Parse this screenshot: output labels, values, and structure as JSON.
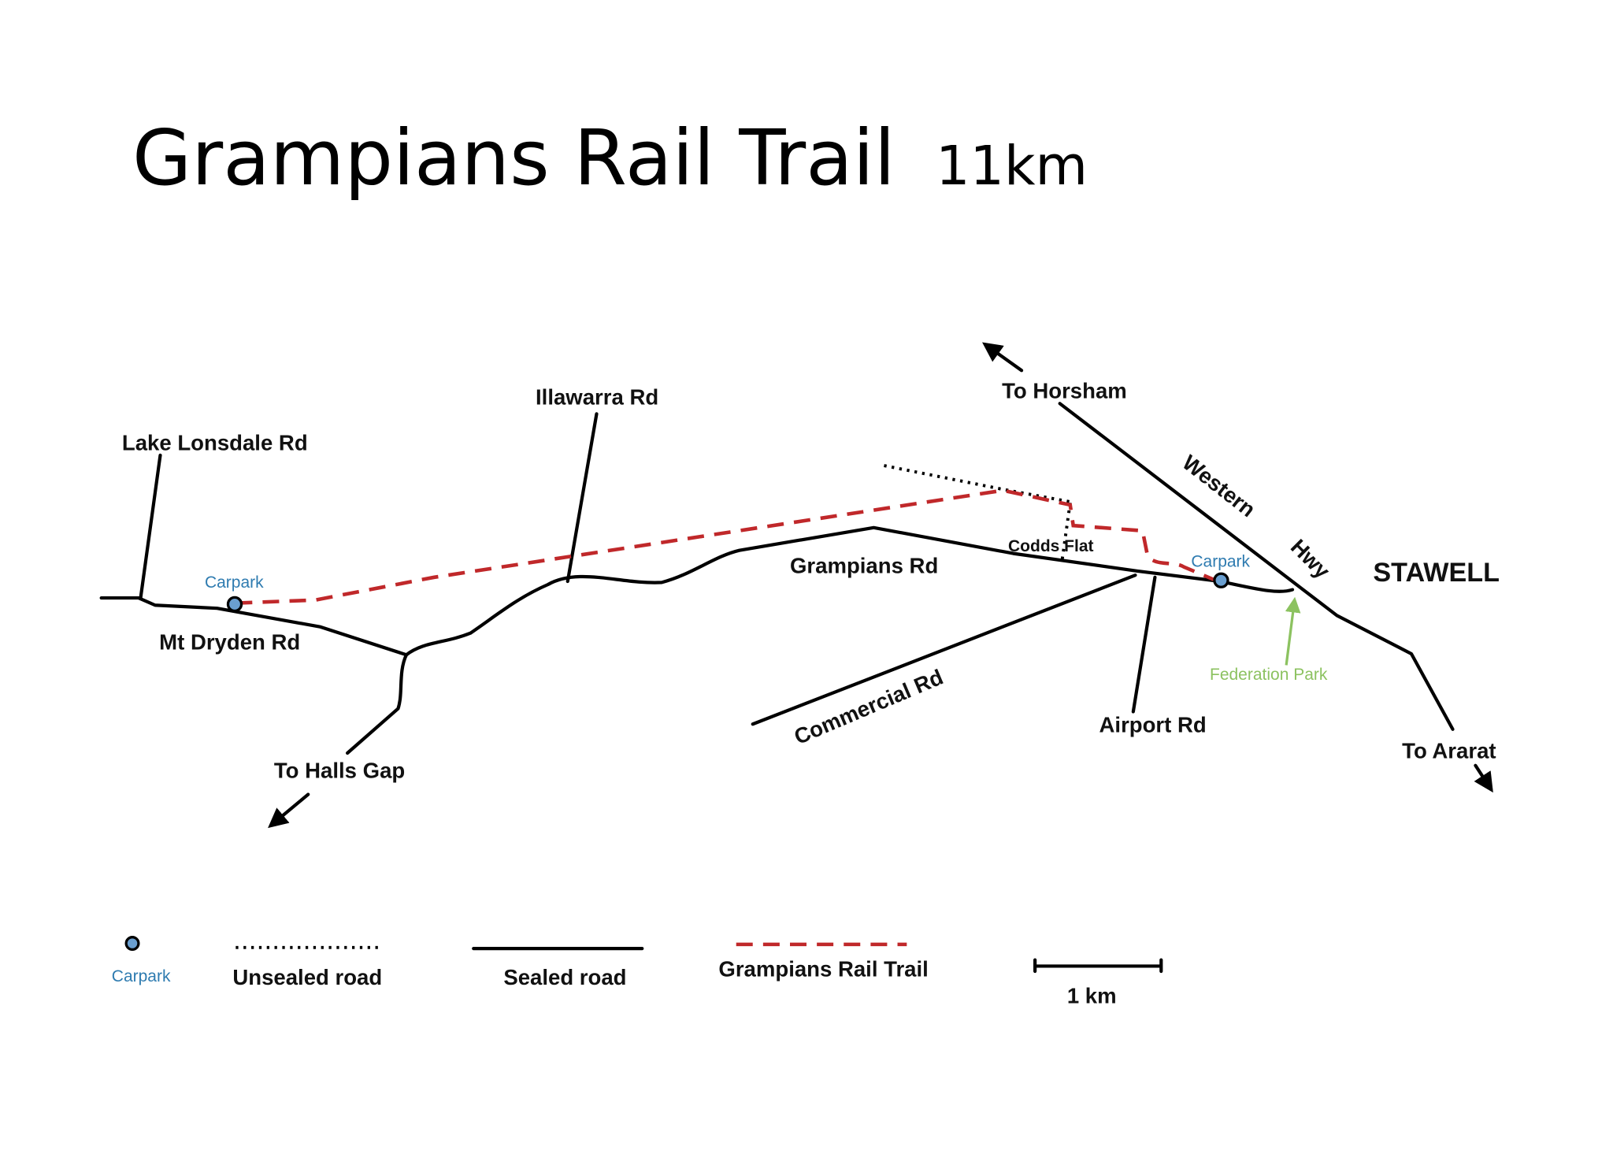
{
  "title": "Grampians Rail Trail",
  "distance": "11km",
  "labels": {
    "lake_lonsdale": "Lake Lonsdale Rd",
    "illawarra": "Illawarra Rd",
    "to_horsham": "To Horsham",
    "western": "Western",
    "hwy": "Hwy",
    "stawell": "STAWELL",
    "carpark_west": "Carpark",
    "carpark_east": "Carpark",
    "mt_dryden": "Mt Dryden Rd",
    "grampians_rd": "Grampians Rd",
    "codds_flat": "Codds Flat",
    "commercial": "Commercial Rd",
    "airport": "Airport Rd",
    "federation_park": "Federation Park",
    "to_halls_gap": "To Halls Gap",
    "to_ararat": "To Ararat"
  },
  "legend": {
    "carpark": "Carpark",
    "unsealed": "Unsealed road",
    "sealed": "Sealed road",
    "trail": "Grampians Rail Trail",
    "scale": "1 km"
  },
  "colors": {
    "trail": "#c0282a",
    "carpark": "#6a9fd0",
    "carpark_text": "#2e7bb0",
    "federation": "#8cc260"
  }
}
